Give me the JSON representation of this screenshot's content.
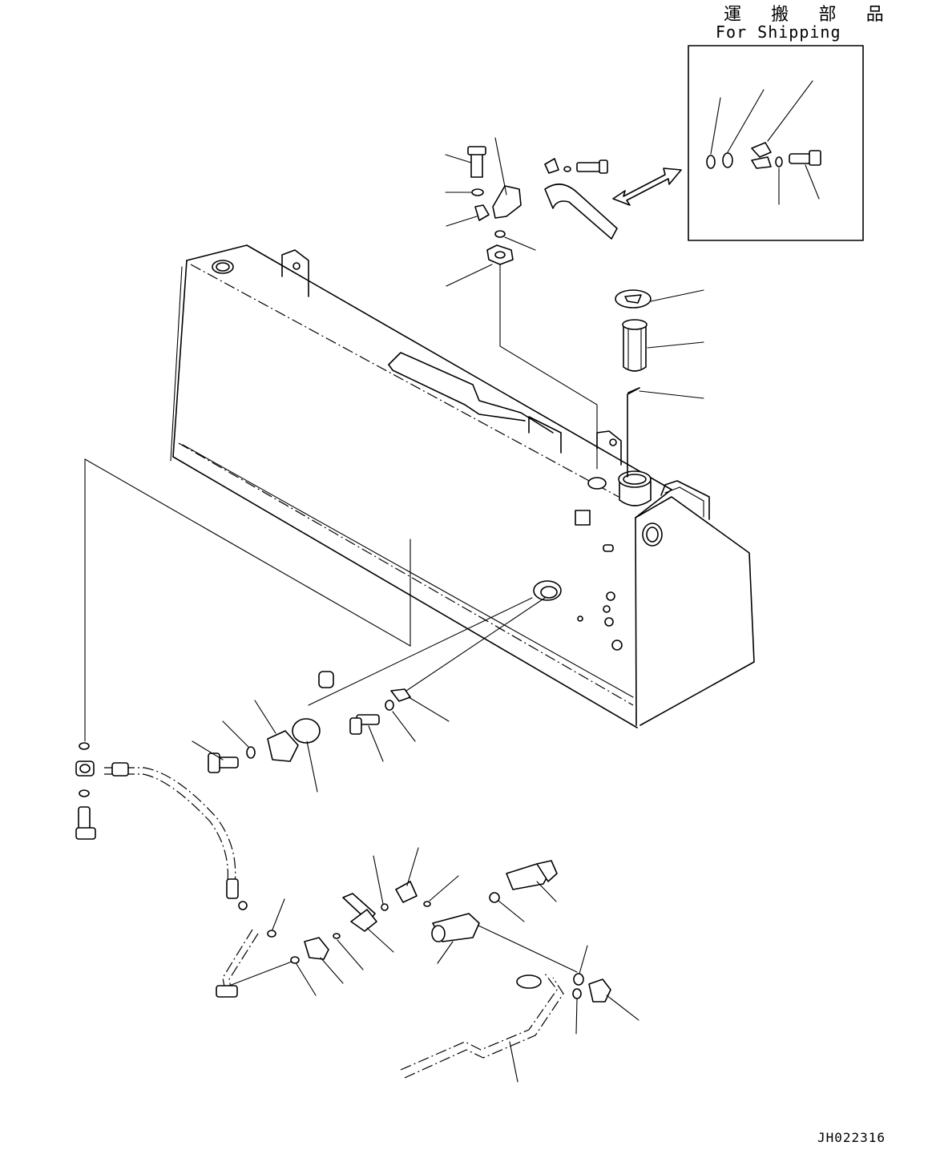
{
  "header": {
    "shipping_title_jp": "運 搬 部 品",
    "shipping_title_en": "For Shipping"
  },
  "footer": {
    "drawing_number": "JH022316"
  },
  "icons": [
    "fuel-tank",
    "fuel-cap",
    "strainer",
    "level-gauge",
    "bolt",
    "washer",
    "o-ring",
    "clamp",
    "elbow",
    "hose",
    "double-arrow"
  ]
}
